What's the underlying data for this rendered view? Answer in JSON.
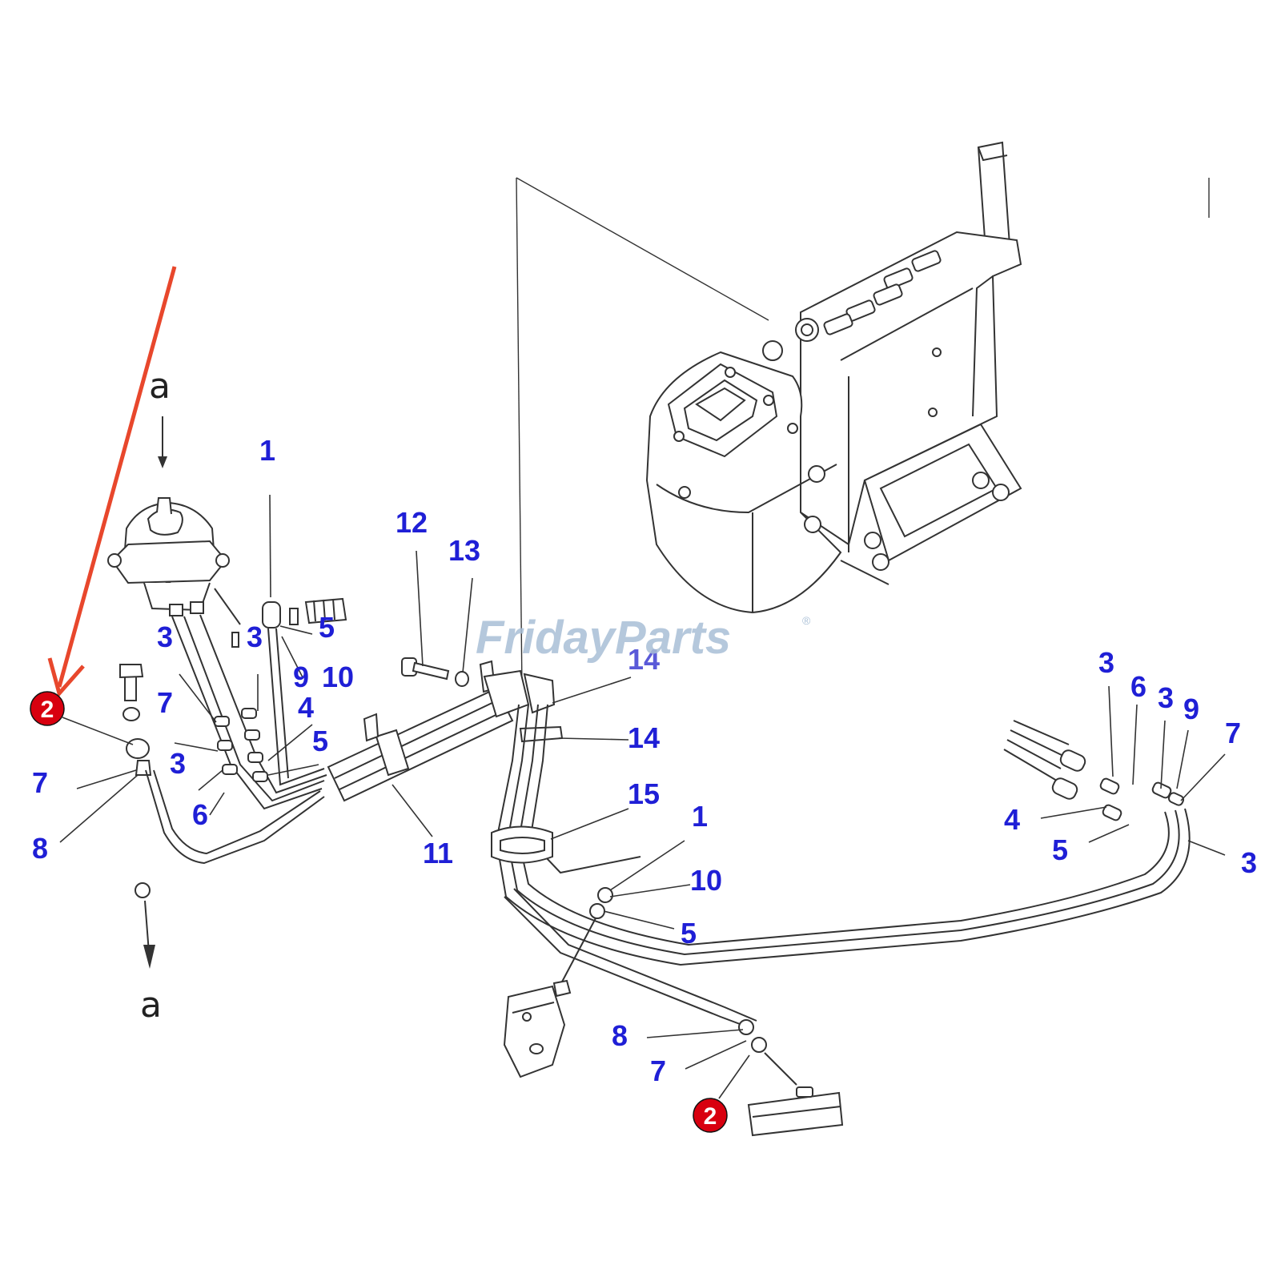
{
  "watermark": {
    "text": "FridayParts",
    "reg": "®"
  },
  "colors": {
    "callout": "#1f1fd6",
    "highlight_badge": "#d8000f",
    "pointer_arrow": "#e8472c",
    "watermark": "#a9bfd6"
  },
  "ref_letters": [
    "a",
    "a"
  ],
  "badges": [
    "2",
    "2"
  ],
  "callouts": [
    "1",
    "3",
    "3",
    "7",
    "3",
    "6",
    "5",
    "9",
    "10",
    "4",
    "5",
    "12",
    "13",
    "14",
    "14",
    "15",
    "11",
    "1",
    "10",
    "5",
    "8",
    "7",
    "8",
    "7",
    "3",
    "6",
    "3",
    "9",
    "7",
    "4",
    "5",
    "3"
  ]
}
